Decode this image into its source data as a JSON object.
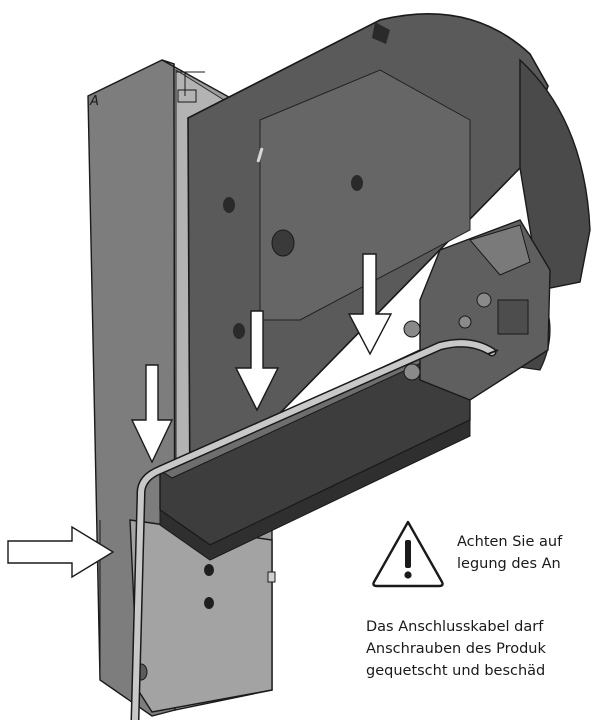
{
  "figure": {
    "label": "A"
  },
  "warning": {
    "icon": "warning-triangle-icon",
    "lines": [
      "Achten Sie auf",
      "legung des An"
    ]
  },
  "note": {
    "lines": [
      "Das Anschlusskabel darf",
      "Anschrauben des Produk",
      "gequetscht und beschäd"
    ]
  },
  "colors": {
    "housing": "#5a5a5a",
    "housing_dark": "#3d3d3d",
    "plate": "#7d7d7d",
    "plate_light": "#a9a9a9",
    "cable": "#c8c8c8",
    "outline": "#1a1a1a"
  }
}
